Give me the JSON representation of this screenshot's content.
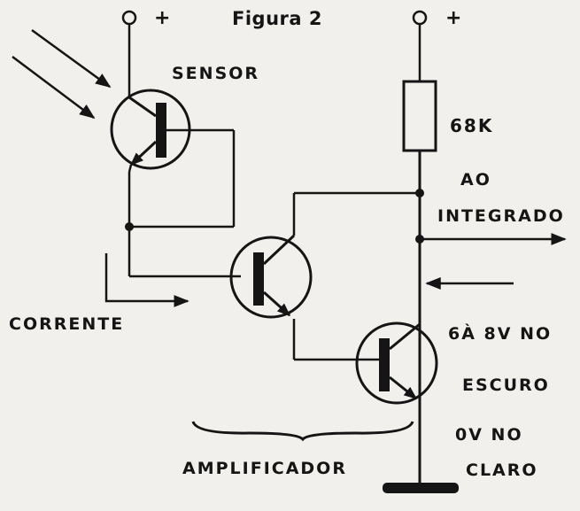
{
  "figure": {
    "title": "Figura 2"
  },
  "labels": {
    "plus_left": "+",
    "plus_right": "+",
    "sensor": "SENSOR",
    "resistor": "68K",
    "ao": "AO",
    "integrado": "INTEGRADO",
    "corrente": "CORRENTE",
    "voltage_dark_line1": "6À 8V NO",
    "voltage_dark_line2": "ESCURO",
    "voltage_light_line1": "0V NO",
    "voltage_light_line2": "CLARO",
    "amplificador": "AMPLIFICADOR"
  },
  "colors": {
    "ink": "#151515",
    "paper": "#f1f0ec"
  }
}
